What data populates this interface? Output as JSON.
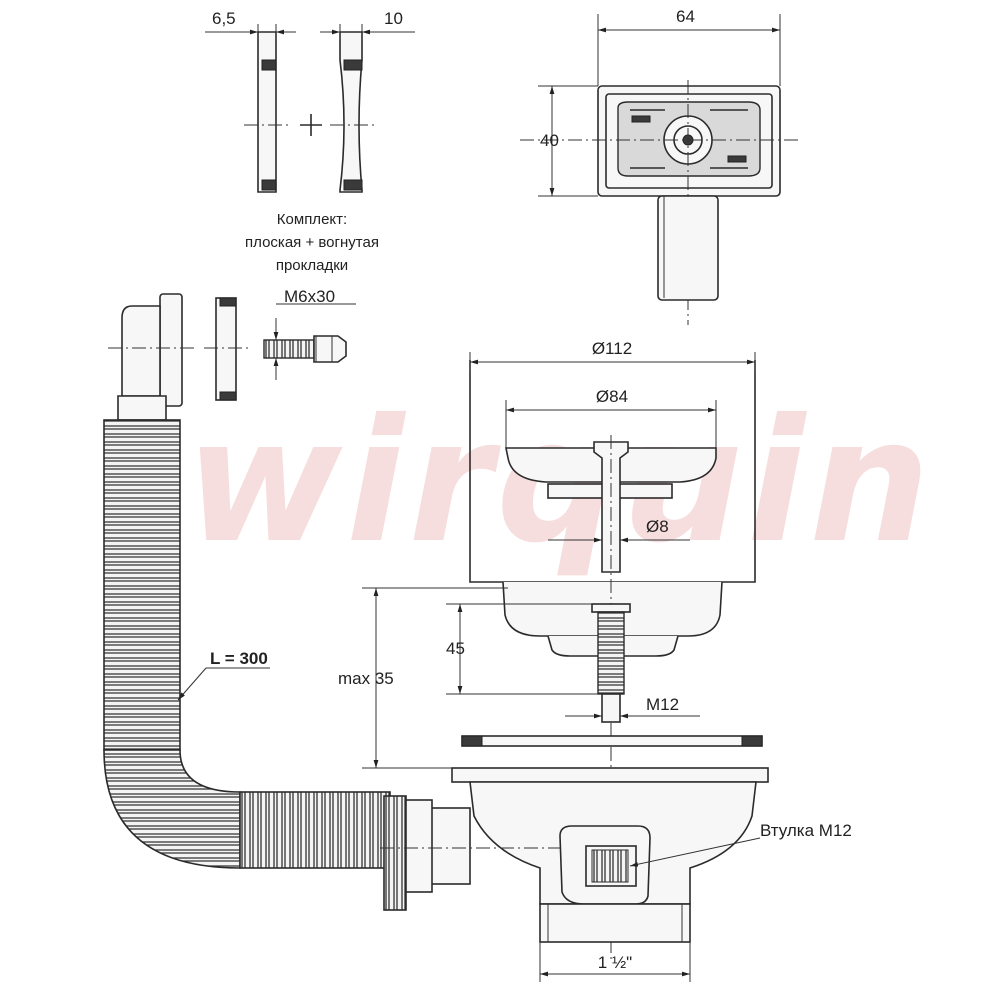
{
  "watermark": "wirquin",
  "gaskets": {
    "flat_thickness": "6,5",
    "curved_thickness": "10",
    "note_line1": "Комплект:",
    "note_line2": "плоская + вогнутая",
    "note_line3": "прокладки"
  },
  "overflow_head": {
    "width": "64",
    "height": "40"
  },
  "bolt": {
    "label": "M6x30"
  },
  "hose": {
    "length_label": "L = 300"
  },
  "strainer": {
    "outer_diameter": "Ø112",
    "basket_diameter": "Ø84",
    "rod_diameter": "Ø8",
    "rod_length": "45",
    "max_thickness": "max 35",
    "thread": "M12",
    "bushing": "Втулка M12",
    "outlet": "1 ½\""
  }
}
